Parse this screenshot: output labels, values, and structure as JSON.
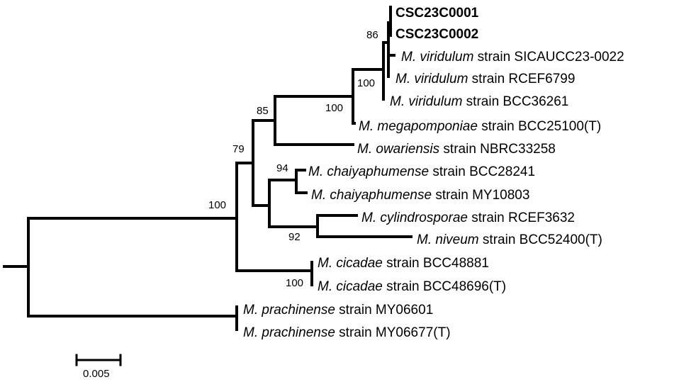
{
  "tree": {
    "taxa": [
      {
        "id": "csc1",
        "genus": "",
        "rest": "CSC23C0001",
        "bold": true
      },
      {
        "id": "csc2",
        "genus": "",
        "rest": "CSC23C0002",
        "bold": true
      },
      {
        "id": "vir1",
        "genus": "M. viridulum",
        "rest": " strain SICAUCC23-0022",
        "bold": false
      },
      {
        "id": "vir2",
        "genus": "M. viridulum",
        "rest": " strain RCEF6799",
        "bold": false
      },
      {
        "id": "vir3",
        "genus": "M. viridulum",
        "rest": " strain BCC36261",
        "bold": false
      },
      {
        "id": "mega",
        "genus": "M. megapomponiae",
        "rest": " strain BCC25100(T)",
        "bold": false
      },
      {
        "id": "owa",
        "genus": "M. owariensis",
        "rest": " strain NBRC33258",
        "bold": false
      },
      {
        "id": "chai1",
        "genus": "M. chaiyaphumense",
        "rest": " strain BCC28241",
        "bold": false
      },
      {
        "id": "chai2",
        "genus": "M. chaiyaphumense",
        "rest": " strain MY10803",
        "bold": false
      },
      {
        "id": "cyl",
        "genus": "M. cylindrosporae",
        "rest": " strain RCEF3632",
        "bold": false
      },
      {
        "id": "niv",
        "genus": "M. niveum",
        "rest": " strain BCC52400(T)",
        "bold": false
      },
      {
        "id": "cic1",
        "genus": "M. cicadae",
        "rest": " strain BCC48881",
        "bold": false
      },
      {
        "id": "cic2",
        "genus": "M. cicadae",
        "rest": " strain BCC48696(T)",
        "bold": false
      },
      {
        "id": "pra1",
        "genus": "M. prachinense",
        "rest": " strain MY06601",
        "bold": false
      },
      {
        "id": "pra2",
        "genus": "M. prachinense",
        "rest": " strain MY06677(T)",
        "bold": false
      }
    ],
    "support_values": [
      {
        "id": "s86",
        "value": "86"
      },
      {
        "id": "s100vir",
        "value": "100"
      },
      {
        "id": "s100mega",
        "value": "100"
      },
      {
        "id": "s85",
        "value": "85"
      },
      {
        "id": "s79",
        "value": "79"
      },
      {
        "id": "s94",
        "value": "94"
      },
      {
        "id": "s100root",
        "value": "100"
      },
      {
        "id": "s92",
        "value": "92"
      },
      {
        "id": "s100cic",
        "value": "100"
      }
    ],
    "scale_bar": {
      "label": "0.005",
      "value": 0.005
    }
  }
}
